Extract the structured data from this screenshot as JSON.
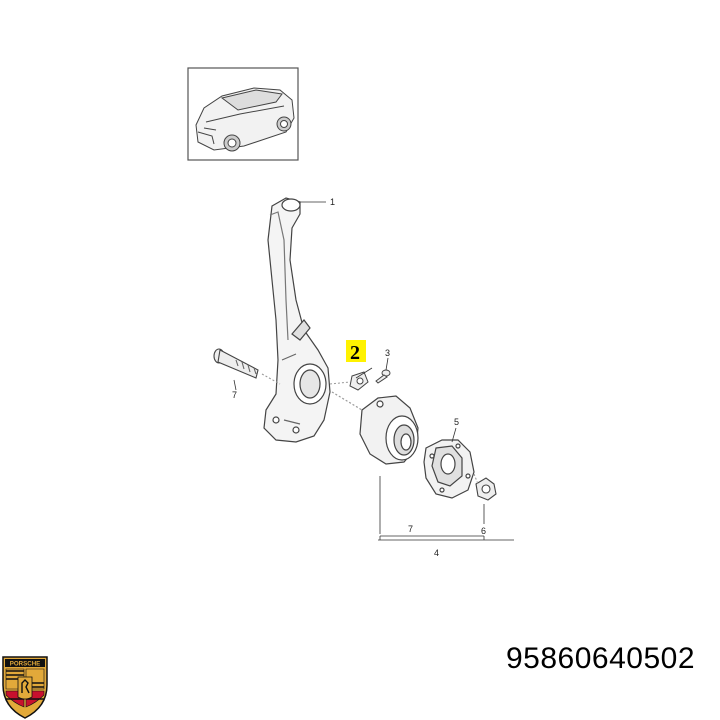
{
  "diagram": {
    "callouts": {
      "knuckle": "1",
      "highlighted": "2",
      "screw": "3",
      "assembly": "4",
      "hub": "5",
      "nut": "6",
      "bolt": "7",
      "bearing_bracket": "7"
    },
    "highlight_color": "#fff200"
  },
  "part_number": "95860640502",
  "logo": {
    "name": "porsche-crest",
    "wordmark": "PORSCHE",
    "colors": {
      "gold": "#e2a93a",
      "red": "#c8102e",
      "black": "#111111"
    }
  }
}
